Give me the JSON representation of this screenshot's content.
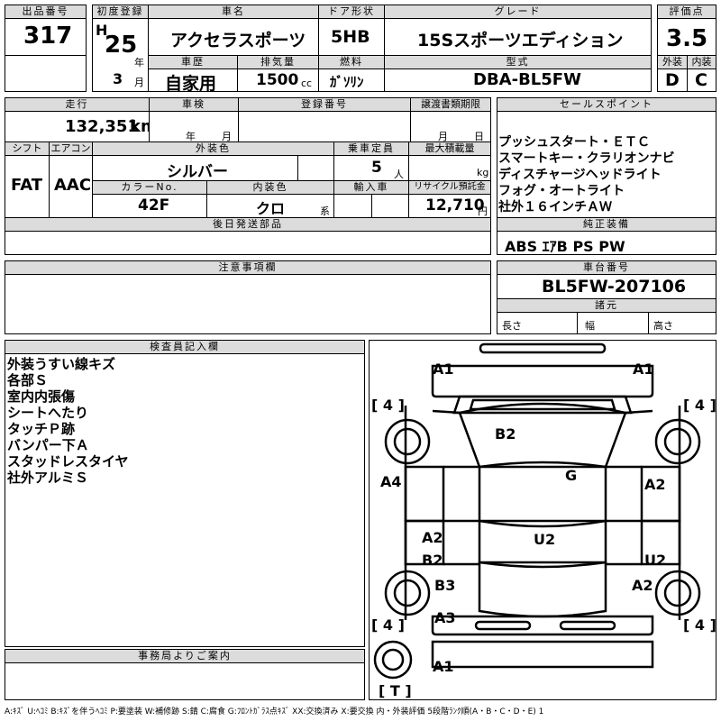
{
  "header": {
    "lot_label": "出品番号",
    "lot": "317",
    "first_reg_label": "初度登録",
    "era": "H",
    "year": "25",
    "year_unit": "年",
    "month": "3",
    "month_unit": "月",
    "car_name_label": "車名",
    "car_name": "アクセラスポーツ",
    "door_label": "ドア形状",
    "door": "5HB",
    "grade_label": "グレード",
    "grade": "15Sスポーツエディション",
    "score_label": "評価点",
    "score": "3.5",
    "exterior_label": "外装",
    "exterior": "D",
    "interior_label": "内装",
    "interior": "C",
    "history_label": "車歴",
    "history": "自家用",
    "displacement_label": "排気量",
    "displacement": "1500",
    "displacement_unit": "cc",
    "fuel_label": "燃料",
    "fuel": "ｶﾞｿﾘﾝ",
    "model_label": "型式",
    "model": "DBA-BL5FW"
  },
  "specs": {
    "mileage_label": "走行",
    "mileage": "132,351",
    "mileage_unit": "km",
    "inspection_label": "車検",
    "inspection_year_unit": "年",
    "inspection_month_unit": "月",
    "reg_label": "登録番号",
    "transfer_label": "譲渡書類期限",
    "transfer_month_unit": "月",
    "transfer_day_unit": "日",
    "shift_label": "シフト",
    "shift": "FAT",
    "ac_label": "エアコン",
    "ac": "AAC",
    "color_label": "外装色",
    "color": "シルバー",
    "capacity_label": "乗車定員",
    "capacity": "5",
    "capacity_unit": "人",
    "load_label": "最大積載量",
    "load_unit": "kg",
    "color_no_label": "カラーNo.",
    "color_no": "42F",
    "int_color_label": "内装色",
    "int_color": "クロ",
    "int_color_unit": "系",
    "import_label": "輸入車",
    "recycle_label": "リサイクル預託金",
    "recycle": "12,710",
    "recycle_unit": "円",
    "later_parts_label": "後日発送部品"
  },
  "sales": {
    "label": "セールスポイント",
    "lines": [
      "プッシュスタート・ＥＴＣ",
      "スマートキー・クラリオンナビ",
      "ディスチャージヘッドライト",
      "フォグ・オートライト",
      "社外１６インチＡＷ"
    ],
    "equip_label": "純正装備",
    "equip": "ABS ｴｱB PS PW"
  },
  "notes": {
    "label": "注意事項欄"
  },
  "chassis": {
    "label": "車台番号",
    "value": "BL5FW-207106",
    "spec_label": "諸元",
    "length_label": "長さ",
    "width_label": "幅",
    "height_label": "高さ"
  },
  "inspector": {
    "label": "検査員記入欄",
    "lines": [
      "外装うすい線キズ",
      "各部Ｓ",
      "室内内張傷",
      "シートへたり",
      "タッチＰ跡",
      "バンパー下Ａ",
      "スタッドレスタイヤ",
      "社外アルミＳ"
    ]
  },
  "office": {
    "label": "事務局よりご案内"
  },
  "diagram": {
    "marks": [
      "A1",
      "A1",
      "B2",
      "G",
      "A4",
      "A2",
      "A2",
      "B2",
      "U2",
      "U2",
      "B3",
      "A2",
      "A3",
      "A1"
    ],
    "tire_left_front": "[ 4 ]",
    "tire_right_front": "[ 4 ]",
    "tire_left_rear": "[ 4 ]",
    "tire_right_rear": "[ 4 ]",
    "spare": "[ T ]"
  },
  "legend": "A:ｷｽﾞ U:ﾍｺﾐ B:ｷｽﾞを伴うﾍｺﾐ P:要塗装 W:補修跡 S:錆 C:腐食 G:ﾌﾛﾝﾄｶﾞﾗｽ点ｷｽﾞ XX:交換済み X:要交換 内・外装評価 5段階ﾗﾝｸ順(A・B・C・D・E) 1"
}
